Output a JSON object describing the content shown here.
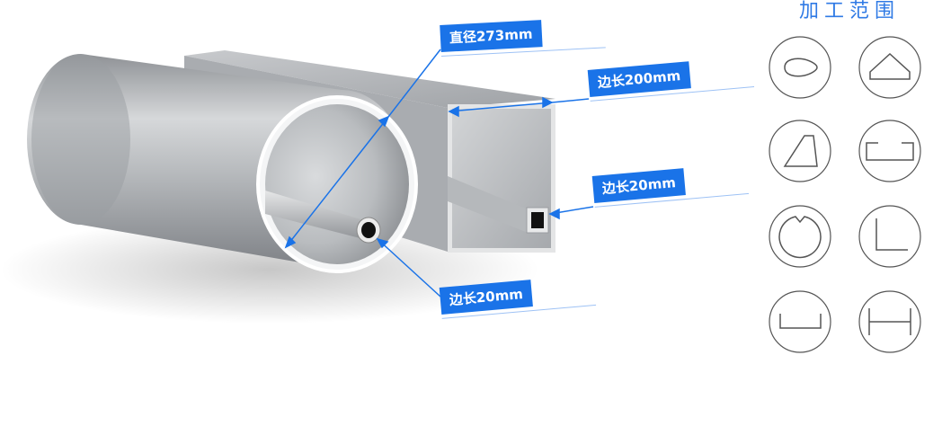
{
  "labels": {
    "diameter": "直径273mm",
    "side_large": "边长200mm",
    "side_small_square": "边长20mm",
    "side_small_round": "边长20mm"
  },
  "range_panel": {
    "title": "加工范围",
    "shapes": [
      {
        "icon": "teardrop-profile-icon"
      },
      {
        "icon": "pentagon-profile-icon"
      },
      {
        "icon": "trapezoid-profile-icon"
      },
      {
        "icon": "c-channel-profile-icon"
      },
      {
        "icon": "notched-circle-profile-icon"
      },
      {
        "icon": "angle-profile-icon"
      },
      {
        "icon": "u-channel-profile-icon"
      },
      {
        "icon": "h-beam-profile-icon"
      }
    ]
  },
  "colors": {
    "accent": "#1a73e8",
    "title": "#2f7ae5",
    "icon_stroke": "#555555"
  }
}
